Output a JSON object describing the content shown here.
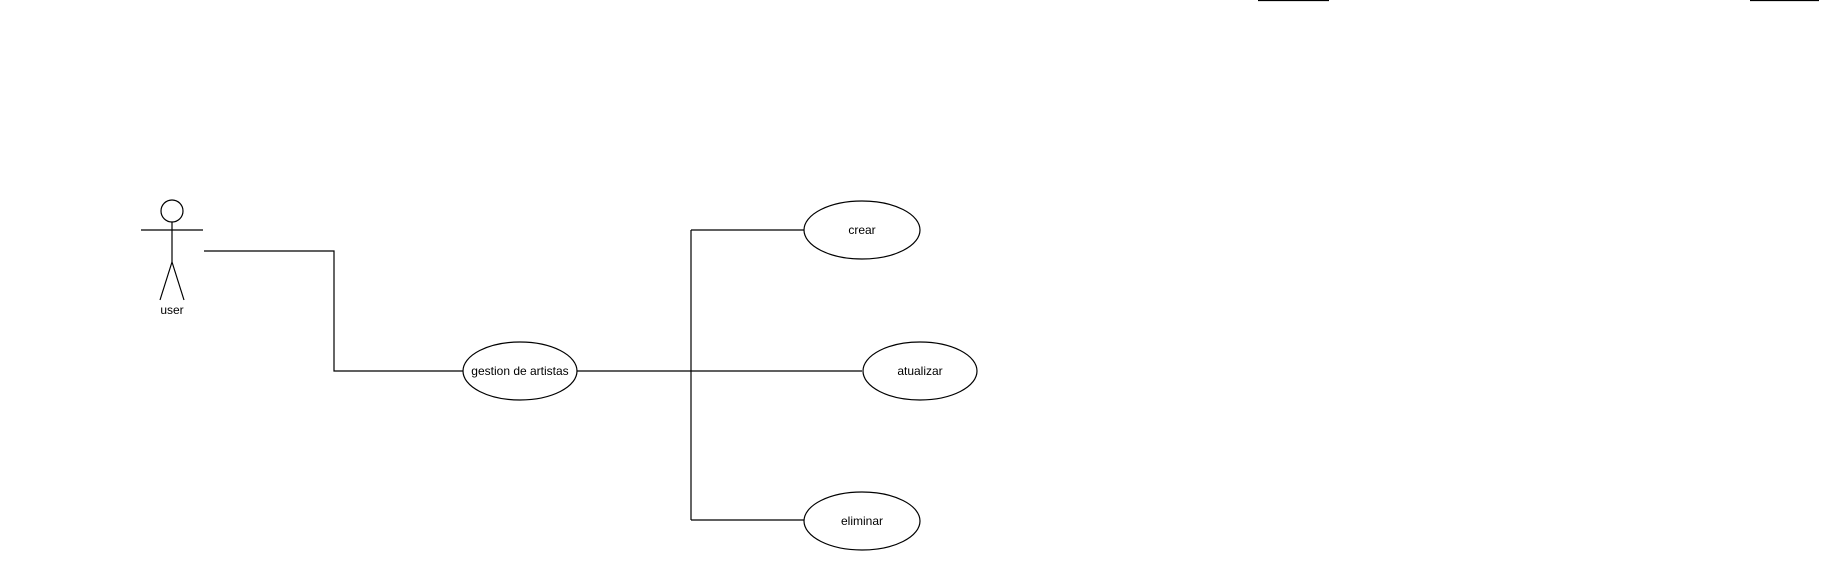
{
  "diagram": {
    "actor": {
      "label": "user"
    },
    "use_cases": {
      "main": "gestion de artistas",
      "create": "crear",
      "update": "atualizar",
      "delete": "eliminar"
    }
  }
}
